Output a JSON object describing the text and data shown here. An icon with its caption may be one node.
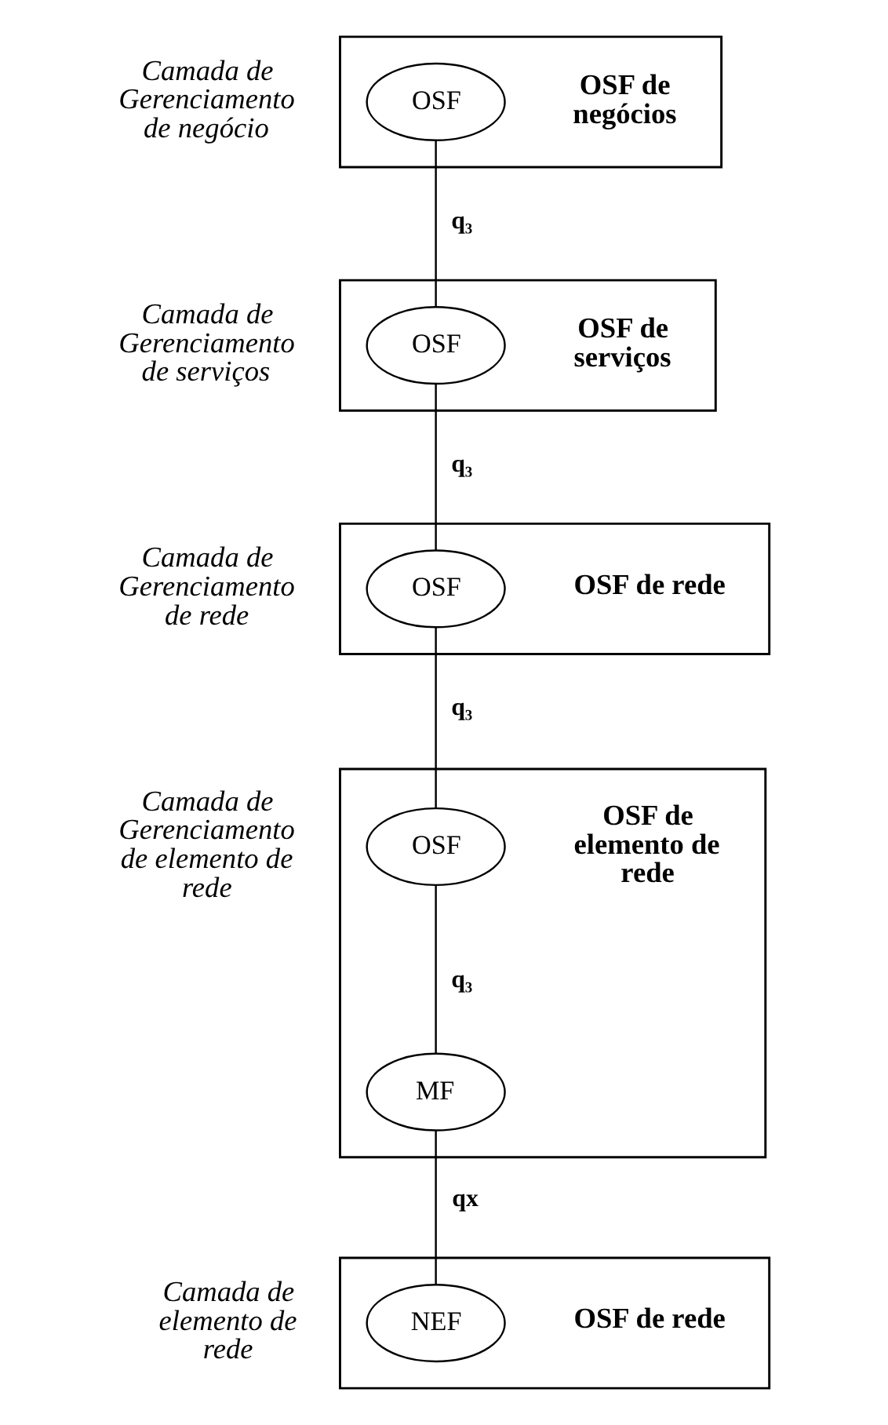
{
  "diagram": {
    "nodes": [
      {
        "text": [
          "OSF de negócios"
        ],
        "beside": [
          "Camada de Gerenciamento de negócio"
        ]
      },
      {
        "text": [
          "OSF"
        ],
        "in": 0
      },
      {
        "text": [
          "OSF de serviços"
        ],
        "beside": [
          "Camada de Gerenciamento de serviços"
        ]
      },
      {
        "text": [
          "OSF"
        ],
        "in": 2
      },
      {
        "text": [
          "OSF de rede"
        ],
        "beside": [
          "Camada de Gerenciamento de rede"
        ]
      },
      {
        "text": [
          "OSF"
        ],
        "in": 4
      },
      {
        "text": [
          "OSF de elemento de rede"
        ],
        "beside": [
          "Camada de Gerenciamento de elemento de rede"
        ]
      },
      {
        "text": [
          "OSF"
        ],
        "in": 6
      },
      {
        "text": [
          "MF"
        ],
        "in": 6
      },
      {
        "text": [
          "OSF de rede"
        ],
        "beside": [
          "Camada de elemento de rede"
        ]
      },
      {
        "text": [
          "NEF"
        ],
        "in": 9
      }
    ],
    "edges": [
      {
        "from": 1,
        "to": 3,
        "arrow": "none",
        "label": "q₃"
      },
      {
        "from": 3,
        "to": 5,
        "arrow": "none",
        "label": "q₃"
      },
      {
        "from": 5,
        "to": 7,
        "arrow": "none",
        "label": "q₃"
      },
      {
        "from": 7,
        "to": 8,
        "arrow": "none",
        "label": "q₃"
      },
      {
        "from": 8,
        "to": 10,
        "arrow": "none",
        "label": "qx"
      }
    ]
  }
}
